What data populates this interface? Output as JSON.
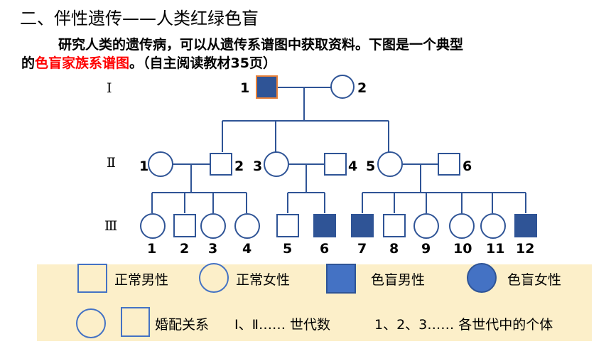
{
  "header": {
    "title": "二、伴性遗传——人类红绿色盲"
  },
  "intro": {
    "line1": "研究人类的遗传病，可以从遗传系谱图中获取资料。下图是一个典型",
    "prefix": "的",
    "highlight": "色盲家族系谱图",
    "suffix": "。（自主阅读教材35页）"
  },
  "pedigree": {
    "generations": [
      "Ⅰ",
      "Ⅱ",
      "Ⅲ"
    ],
    "gen1": [
      {
        "id": "1",
        "sex": "male",
        "colorblind": true
      },
      {
        "id": "2",
        "sex": "female",
        "colorblind": false
      }
    ],
    "gen2": [
      {
        "id": "1",
        "sex": "female",
        "colorblind": false
      },
      {
        "id": "2",
        "sex": "male",
        "colorblind": false
      },
      {
        "id": "3",
        "sex": "female",
        "colorblind": false
      },
      {
        "id": "4",
        "sex": "male",
        "colorblind": false
      },
      {
        "id": "5",
        "sex": "female",
        "colorblind": false
      },
      {
        "id": "6",
        "sex": "male",
        "colorblind": false
      }
    ],
    "gen3": [
      {
        "id": "1",
        "sex": "female",
        "colorblind": false
      },
      {
        "id": "2",
        "sex": "male",
        "colorblind": false
      },
      {
        "id": "3",
        "sex": "female",
        "colorblind": false
      },
      {
        "id": "4",
        "sex": "female",
        "colorblind": false
      },
      {
        "id": "5",
        "sex": "male",
        "colorblind": false
      },
      {
        "id": "6",
        "sex": "male",
        "colorblind": true
      },
      {
        "id": "7",
        "sex": "male",
        "colorblind": true
      },
      {
        "id": "8",
        "sex": "male",
        "colorblind": false
      },
      {
        "id": "9",
        "sex": "female",
        "colorblind": false
      },
      {
        "id": "10",
        "sex": "female",
        "colorblind": false
      },
      {
        "id": "11",
        "sex": "female",
        "colorblind": false
      },
      {
        "id": "12",
        "sex": "male",
        "colorblind": true
      }
    ]
  },
  "legend": {
    "normal_male": "正常男性",
    "normal_female": "正常女性",
    "colorblind_male": "色盲男性",
    "colorblind_female": "色盲女性",
    "marriage": "婚配关系",
    "generation_numbers": "Ⅰ、Ⅱ…… 世代数",
    "individual_numbers": "1、2、3…… 各世代中的个体"
  },
  "colors": {
    "affected_fill": "#2f5496",
    "legend_affected": "#4472c4",
    "line": "#2f5496",
    "legend_bg": "#fcefc9",
    "highlight": "#ff0000"
  }
}
